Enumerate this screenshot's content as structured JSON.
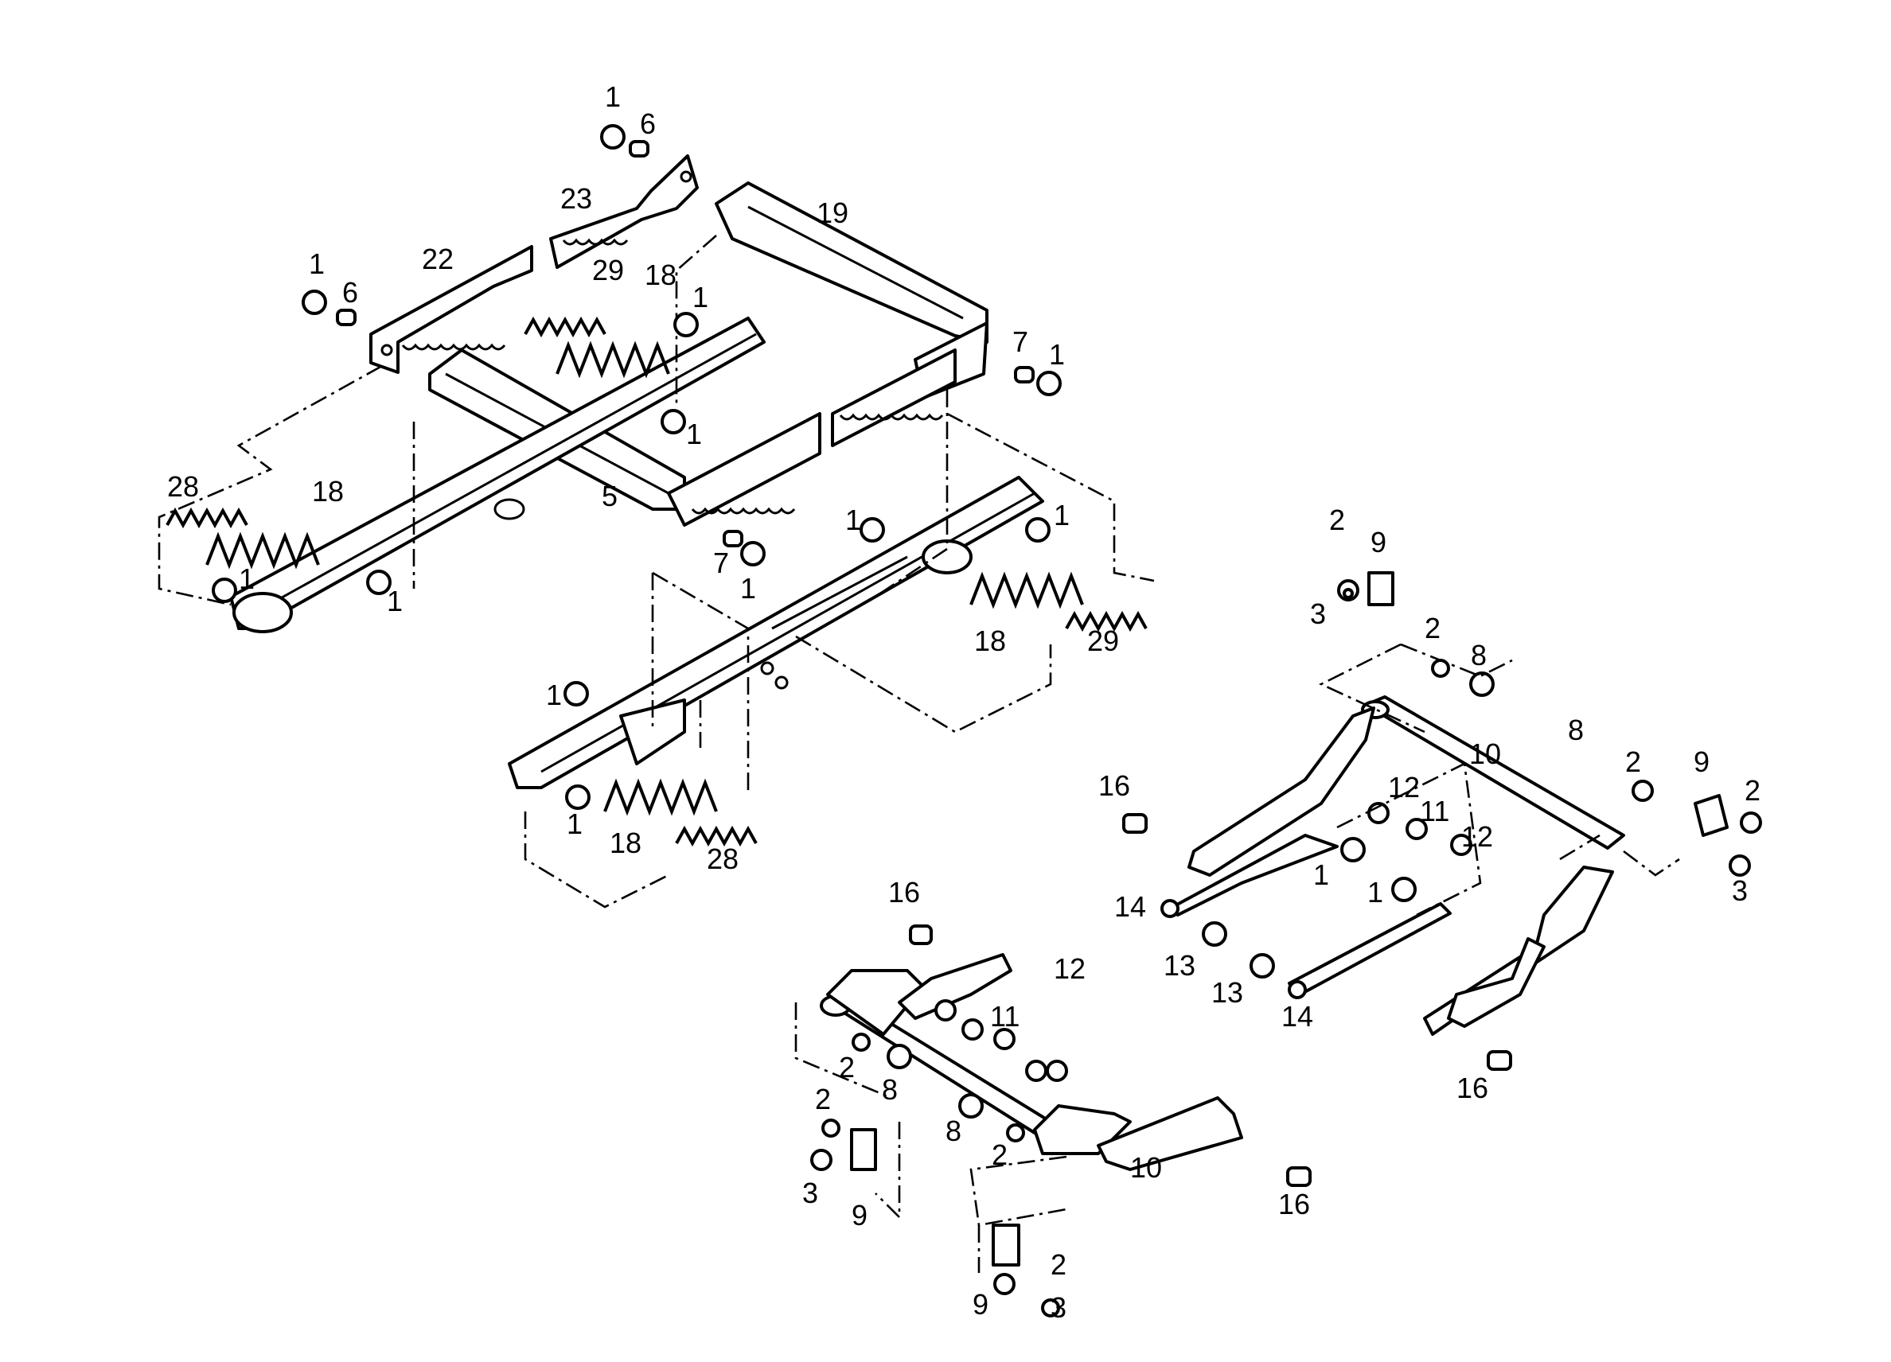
{
  "figure": {
    "type": "exploded-parts-diagram",
    "line_color": "#000000",
    "background": "#ffffff"
  },
  "callouts": [
    {
      "id": "c1",
      "text": "1"
    },
    {
      "id": "c2",
      "text": "6"
    },
    {
      "id": "c3",
      "text": "23"
    },
    {
      "id": "c4",
      "text": "19"
    },
    {
      "id": "c5",
      "text": "1"
    },
    {
      "id": "c6",
      "text": "6"
    },
    {
      "id": "c7",
      "text": "22"
    },
    {
      "id": "c8",
      "text": "29"
    },
    {
      "id": "c9",
      "text": "18"
    },
    {
      "id": "c10",
      "text": "1"
    },
    {
      "id": "c11",
      "text": "7"
    },
    {
      "id": "c12",
      "text": "1"
    },
    {
      "id": "c13",
      "text": "1"
    },
    {
      "id": "c14",
      "text": "28"
    },
    {
      "id": "c15",
      "text": "18"
    },
    {
      "id": "c16",
      "text": "5"
    },
    {
      "id": "c17",
      "text": "1"
    },
    {
      "id": "c18",
      "text": "1"
    },
    {
      "id": "c19",
      "text": "7"
    },
    {
      "id": "c20",
      "text": "1"
    },
    {
      "id": "c21",
      "text": "1"
    },
    {
      "id": "c22",
      "text": "1"
    },
    {
      "id": "c23",
      "text": "18"
    },
    {
      "id": "c24",
      "text": "29"
    },
    {
      "id": "c25",
      "text": "1"
    },
    {
      "id": "c26",
      "text": "1"
    },
    {
      "id": "c27",
      "text": "18"
    },
    {
      "id": "c28",
      "text": "28"
    },
    {
      "id": "c29",
      "text": "2"
    },
    {
      "id": "c30",
      "text": "9"
    },
    {
      "id": "c31",
      "text": "3"
    },
    {
      "id": "c32",
      "text": "2"
    },
    {
      "id": "c33",
      "text": "8"
    },
    {
      "id": "c34",
      "text": "10"
    },
    {
      "id": "c35",
      "text": "8"
    },
    {
      "id": "c36",
      "text": "2"
    },
    {
      "id": "c37",
      "text": "9"
    },
    {
      "id": "c38",
      "text": "2"
    },
    {
      "id": "c39",
      "text": "3"
    },
    {
      "id": "c40",
      "text": "16"
    },
    {
      "id": "c41",
      "text": "12"
    },
    {
      "id": "c42",
      "text": "11"
    },
    {
      "id": "c43",
      "text": "12"
    },
    {
      "id": "c44",
      "text": "1"
    },
    {
      "id": "c45",
      "text": "14"
    },
    {
      "id": "c46",
      "text": "1"
    },
    {
      "id": "c47",
      "text": "13"
    },
    {
      "id": "c48",
      "text": "13"
    },
    {
      "id": "c49",
      "text": "14"
    },
    {
      "id": "c50",
      "text": "16"
    },
    {
      "id": "c51",
      "text": "16"
    },
    {
      "id": "c52",
      "text": "12"
    },
    {
      "id": "c53",
      "text": "11"
    },
    {
      "id": "c54",
      "text": "2"
    },
    {
      "id": "c55",
      "text": "8"
    },
    {
      "id": "c56",
      "text": "2"
    },
    {
      "id": "c57",
      "text": "3"
    },
    {
      "id": "c58",
      "text": "9"
    },
    {
      "id": "c59",
      "text": "8"
    },
    {
      "id": "c60",
      "text": "2"
    },
    {
      "id": "c61",
      "text": "10"
    },
    {
      "id": "c62",
      "text": "16"
    },
    {
      "id": "c63",
      "text": "2"
    },
    {
      "id": "c64",
      "text": "9"
    },
    {
      "id": "c65",
      "text": "3"
    }
  ]
}
